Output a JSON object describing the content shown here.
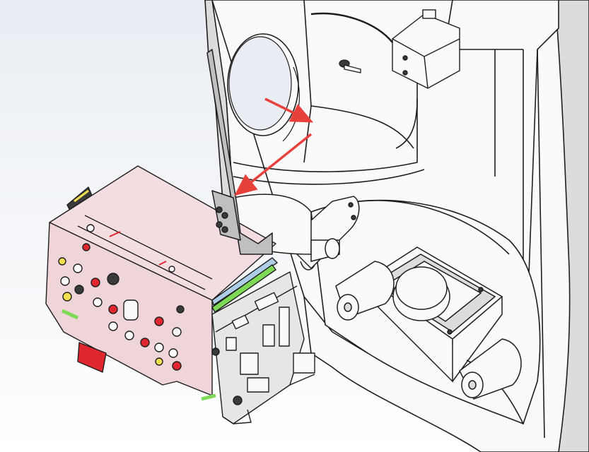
{
  "scene": {
    "description_visible_text": "",
    "colors": {
      "background_top": "#e9edf3",
      "background_bottom": "#ffffff",
      "housing": "#fafafa",
      "housing_shade": "#dcdcdc",
      "outline": "#1e1e1e",
      "camera_body": "#f4dde0",
      "camera_side": "#efd5d8",
      "bracket": "#bfbfbf",
      "pcb": "#e6e6e6",
      "arrow": "#e8413b",
      "red_tab": "#e0262e",
      "green_strip": "#7ed957",
      "blue_strip": "#aecde6",
      "yellow_accent": "#f2df4e"
    },
    "arrows": [
      {
        "name": "arrow-to-bracket-top",
        "direction": "down-right"
      },
      {
        "name": "arrow-to-bracket-bottom",
        "direction": "down-left"
      }
    ],
    "parts": [
      "housing-shell",
      "lens-window-opening",
      "stepper-motor",
      "screw",
      "mounting-bracket",
      "zoom-camera-module",
      "control-pcb",
      "pivot-arm",
      "tilt-base-socket",
      "cylindrical-posts"
    ]
  }
}
